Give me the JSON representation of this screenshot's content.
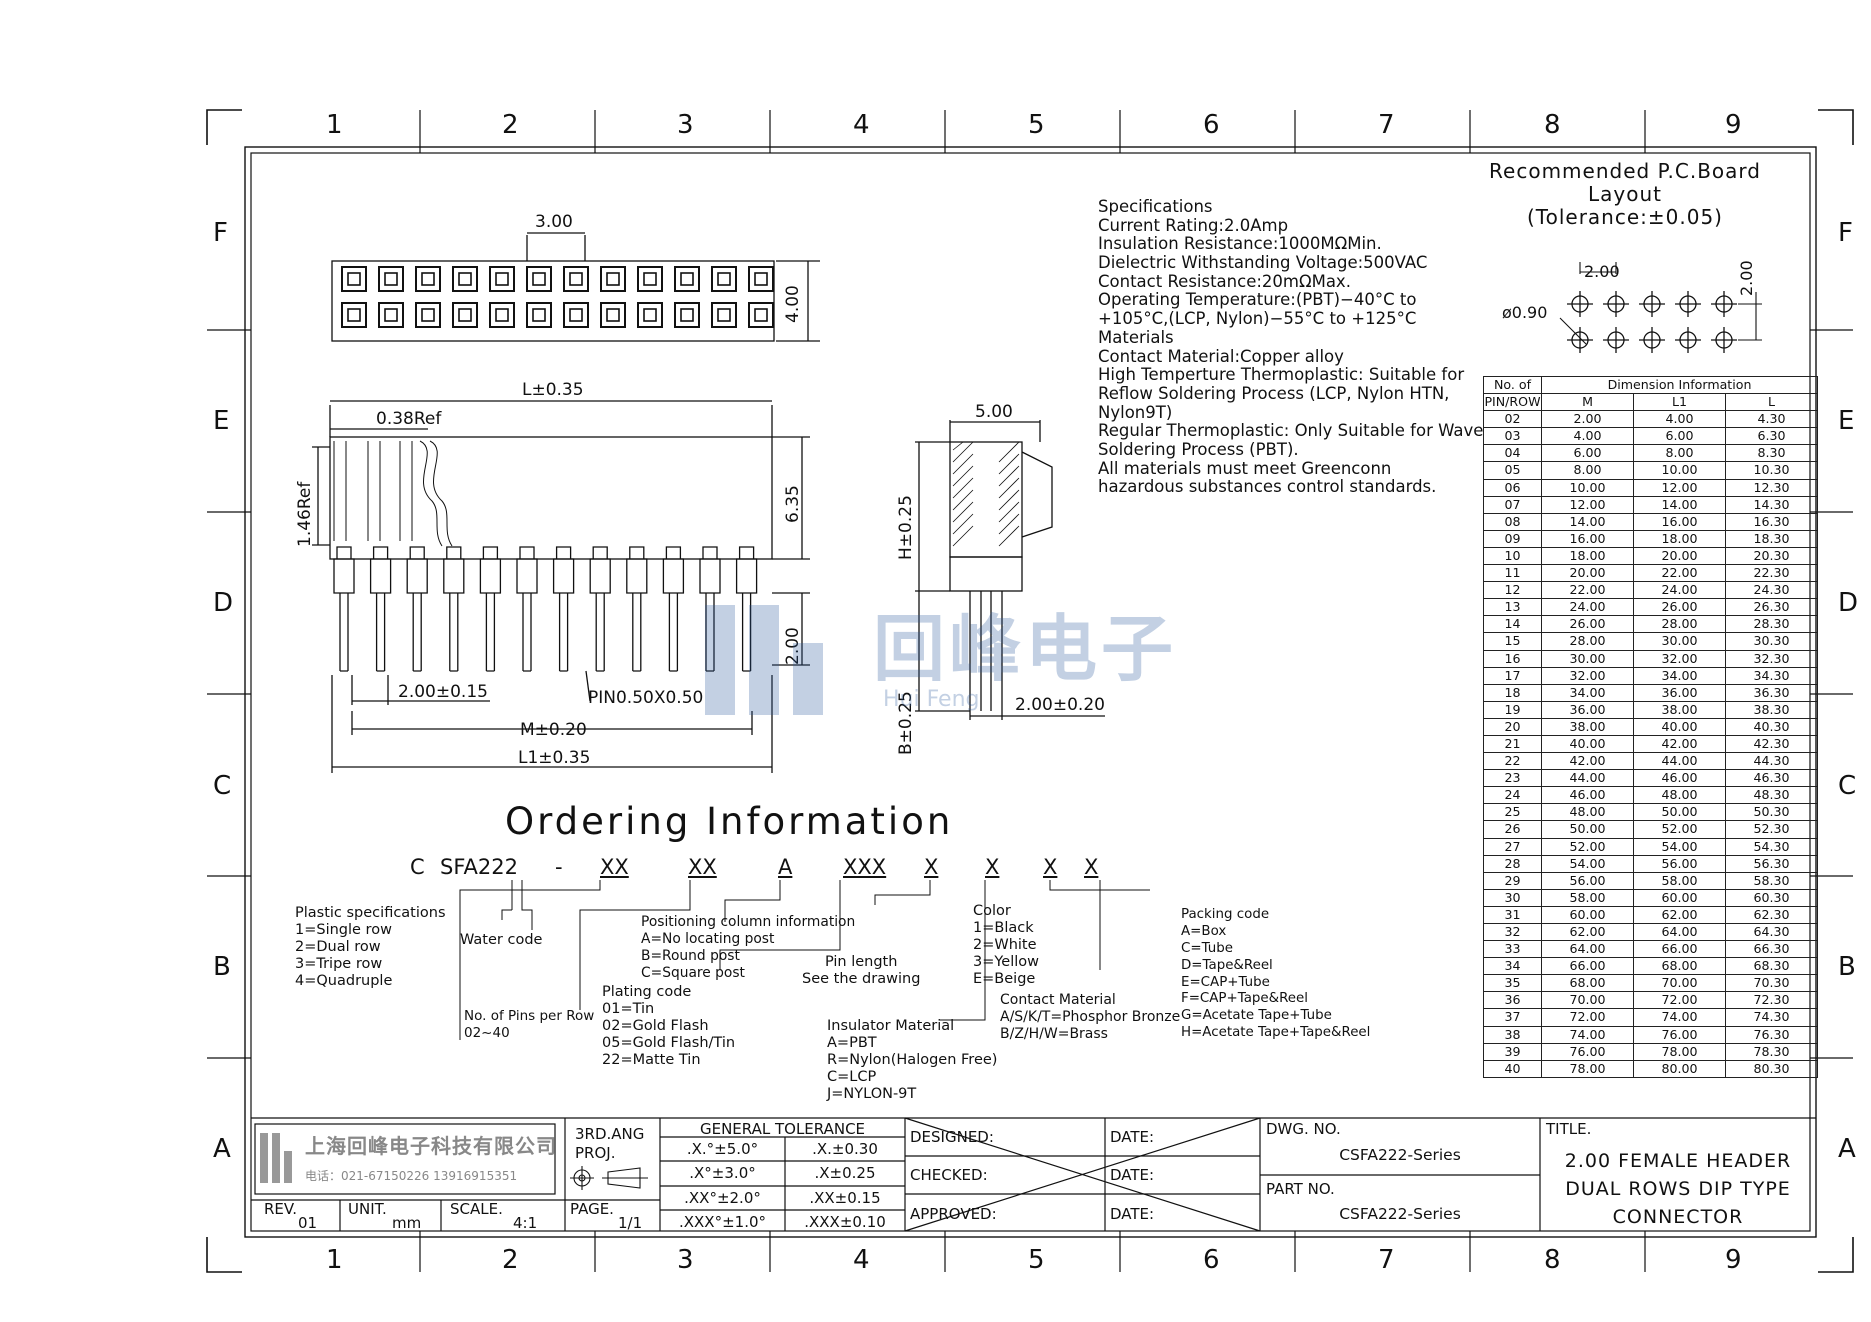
{
  "zones": {
    "columns": [
      "1",
      "2",
      "3",
      "4",
      "5",
      "6",
      "7",
      "8",
      "9"
    ],
    "rows": [
      "F",
      "E",
      "D",
      "C",
      "B",
      "A"
    ]
  },
  "pcb_layout": {
    "title_line1": "Recommended P.C.Board",
    "title_line2": "Layout",
    "tolerance": "(Tolerance:±0.05)",
    "pitch_h": "2.00",
    "pitch_v": "2.00",
    "hole": "ø0.90"
  },
  "specifications": [
    "Specifications",
    "Current Rating:2.0Amp",
    "Insulation Resistance:1000MΩMin.",
    "Dielectric Withstanding Voltage:500VAC",
    "Contact Resistance:20mΩMax.",
    "Operating Temperature:(PBT)−40°C to",
    "+105°C,(LCP, Nylon)−55°C to +125°C",
    "Materials",
    "Contact Material:Copper alloy",
    "High Temperture Thermoplastic: Suitable for",
    "Reflow Soldering Process (LCP, Nylon HTN,",
    "Nylon9T)",
    "Regular Thermoplastic: Only Suitable for Wave",
    "Soldering Process (PBT).",
    "All materials must meet Greenconn",
    "hazardous substances control standards."
  ],
  "dimension_table": {
    "head_pins": "No. of",
    "head_pinrow": "PIN/ROW",
    "head_group": "Dimension Information",
    "cols": [
      "M",
      "L1",
      "L"
    ],
    "rows": [
      [
        "02",
        "2.00",
        "4.00",
        "4.30"
      ],
      [
        "03",
        "4.00",
        "6.00",
        "6.30"
      ],
      [
        "04",
        "6.00",
        "8.00",
        "8.30"
      ],
      [
        "05",
        "8.00",
        "10.00",
        "10.30"
      ],
      [
        "06",
        "10.00",
        "12.00",
        "12.30"
      ],
      [
        "07",
        "12.00",
        "14.00",
        "14.30"
      ],
      [
        "08",
        "14.00",
        "16.00",
        "16.30"
      ],
      [
        "09",
        "16.00",
        "18.00",
        "18.30"
      ],
      [
        "10",
        "18.00",
        "20.00",
        "20.30"
      ],
      [
        "11",
        "20.00",
        "22.00",
        "22.30"
      ],
      [
        "12",
        "22.00",
        "24.00",
        "24.30"
      ],
      [
        "13",
        "24.00",
        "26.00",
        "26.30"
      ],
      [
        "14",
        "26.00",
        "28.00",
        "28.30"
      ],
      [
        "15",
        "28.00",
        "30.00",
        "30.30"
      ],
      [
        "16",
        "30.00",
        "32.00",
        "32.30"
      ],
      [
        "17",
        "32.00",
        "34.00",
        "34.30"
      ],
      [
        "18",
        "34.00",
        "36.00",
        "36.30"
      ],
      [
        "19",
        "36.00",
        "38.00",
        "38.30"
      ],
      [
        "20",
        "38.00",
        "40.00",
        "40.30"
      ],
      [
        "21",
        "40.00",
        "42.00",
        "42.30"
      ],
      [
        "22",
        "42.00",
        "44.00",
        "44.30"
      ],
      [
        "23",
        "44.00",
        "46.00",
        "46.30"
      ],
      [
        "24",
        "46.00",
        "48.00",
        "48.30"
      ],
      [
        "25",
        "48.00",
        "50.00",
        "50.30"
      ],
      [
        "26",
        "50.00",
        "52.00",
        "52.30"
      ],
      [
        "27",
        "52.00",
        "54.00",
        "54.30"
      ],
      [
        "28",
        "54.00",
        "56.00",
        "56.30"
      ],
      [
        "29",
        "56.00",
        "58.00",
        "58.30"
      ],
      [
        "30",
        "58.00",
        "60.00",
        "60.30"
      ],
      [
        "31",
        "60.00",
        "62.00",
        "62.30"
      ],
      [
        "32",
        "62.00",
        "64.00",
        "64.30"
      ],
      [
        "33",
        "64.00",
        "66.00",
        "66.30"
      ],
      [
        "34",
        "66.00",
        "68.00",
        "68.30"
      ],
      [
        "35",
        "68.00",
        "70.00",
        "70.30"
      ],
      [
        "36",
        "70.00",
        "72.00",
        "72.30"
      ],
      [
        "37",
        "72.00",
        "74.00",
        "74.30"
      ],
      [
        "38",
        "74.00",
        "76.00",
        "76.30"
      ],
      [
        "39",
        "76.00",
        "78.00",
        "78.30"
      ],
      [
        "40",
        "78.00",
        "80.00",
        "80.30"
      ]
    ]
  },
  "drawing_dims": {
    "top_pitch": "3.00",
    "top_height": "4.00",
    "length_L": "L±0.35",
    "ref_038": "0.38Ref",
    "ref_146": "1.46Ref",
    "height_635": "6.35",
    "height_200": "2.00",
    "pitch": "2.00±0.15",
    "pin": "PIN0.50X0.50",
    "length_M": "M±0.20",
    "length_L1": "L1±0.35",
    "side_width": "5.00",
    "side_H": "H±0.25",
    "side_B": "B±0.25",
    "side_pitch": "2.00±0.20"
  },
  "watermark": {
    "text": "回峰电子",
    "sub": "Hui Feng"
  },
  "ordering": {
    "title": "Ordering Information",
    "code": [
      "C",
      "SFA222",
      "-",
      "XX",
      "XX",
      "A",
      "XXX",
      "X",
      "X",
      "X",
      "X"
    ],
    "plastic": [
      "Plastic specifications",
      "1=Single row",
      "2=Dual row",
      "3=Tripe row",
      "4=Quadruple"
    ],
    "water": "Water code",
    "pins": [
      "No. of Pins per Row",
      "02~40"
    ],
    "plating": [
      "Plating code",
      "01=Tin",
      "02=Gold Flash",
      "05=Gold Flash/Tin",
      "22=Matte Tin"
    ],
    "positioning": [
      "Positioning column information",
      "A=No locating post",
      "B=Round post",
      "C=Square post"
    ],
    "pinlength": [
      "Pin length",
      "See the drawing"
    ],
    "insulator": [
      "Insulator Material",
      "A=PBT",
      "R=Nylon(Halogen Free)",
      "C=LCP",
      "J=NYLON-9T"
    ],
    "color": [
      "Color",
      "1=Black",
      "2=White",
      "3=Yellow",
      "E=Beige"
    ],
    "contact": [
      "Contact Material",
      "A/S/K/T=Phosphor Bronze",
      "B/Z/H/W=Brass"
    ],
    "packing": [
      "Packing code",
      "A=Box",
      "C=Tube",
      "D=Tape&Reel",
      "E=CAP+Tube",
      "F=CAP+Tape&Reel",
      "G=Acetate Tape+Tube",
      "H=Acetate Tape+Tape&Reel"
    ]
  },
  "title_block": {
    "company": "上海回峰电子科技有限公司",
    "phone": "电话：021-67150226 13916915351",
    "rev_label": "REV.",
    "rev_value": "01",
    "unit_label": "UNIT.",
    "unit_value": "mm",
    "scale_label": "SCALE.",
    "scale_value": "4:1",
    "proj_line1": "3RD.ANG",
    "proj_line2": "PROJ.",
    "page_label": "PAGE.",
    "page_value": "1/1",
    "tol_title": "GENERAL TOLERANCE",
    "tol": [
      [
        ".X.°±5.0°",
        ".X.±0.30"
      ],
      [
        ".X°±3.0°",
        ".X±0.25"
      ],
      [
        ".XX°±2.0°",
        ".XX±0.15"
      ],
      [
        ".XXX°±1.0°",
        ".XXX±0.10"
      ]
    ],
    "designed": "DESIGNED:",
    "checked": "CHECKED:",
    "approved": "APPROVED:",
    "date": "DATE:",
    "dwg_label": "DWG. NO.",
    "dwg_value": "CSFA222-Series",
    "part_label": "PART NO.",
    "part_value": "CSFA222-Series",
    "title_label": "TITLE.",
    "title_lines": [
      "2.00 FEMALE HEADER",
      "DUAL ROWS DIP TYPE",
      "CONNECTOR"
    ]
  }
}
